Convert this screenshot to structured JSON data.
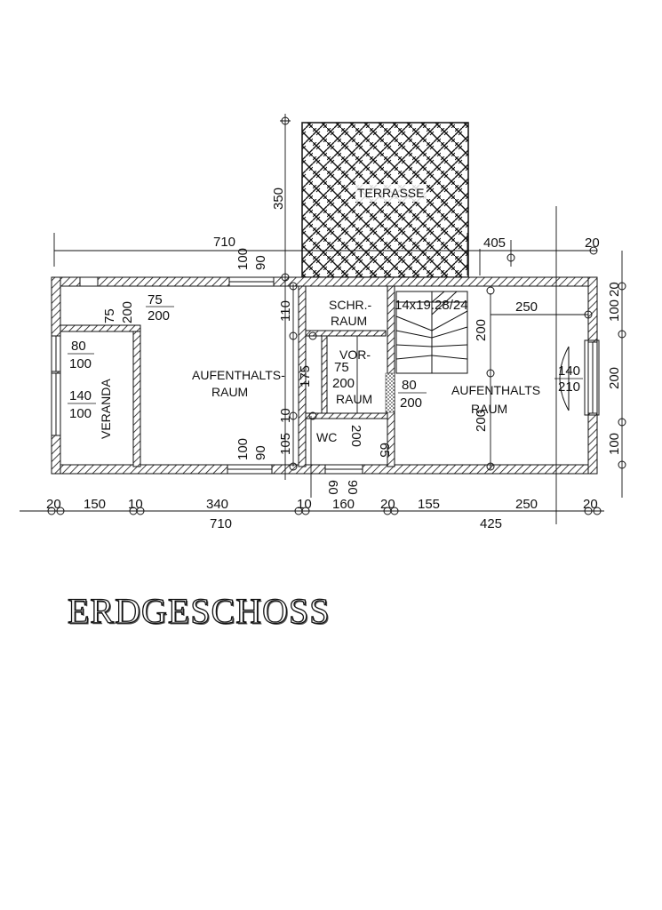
{
  "labels": {
    "terrace": "TERRASSE",
    "veranda": "VERANDA",
    "living_left": [
      "AUFENTHALTS-",
      "RAUM"
    ],
    "closet": [
      "SCHR.-",
      "RAUM"
    ],
    "hall": [
      "VOR-",
      "RAUM"
    ],
    "wc": "WC",
    "living_right": [
      "AUFENTHALTS",
      "RAUM"
    ],
    "stair": "14x19.28/24"
  },
  "dimensions": {
    "terrace_depth": "350",
    "width_total": "710",
    "top_110": "110",
    "top_405": "405",
    "top_20": "20",
    "col_20": "20",
    "col_100a": "100",
    "col_200": "200",
    "col_100b": "100",
    "window_100_90": [
      "100",
      "90"
    ],
    "win_75_200": [
      "75",
      "200"
    ],
    "win_75": "75",
    "win_200": "200",
    "ver_80_100": [
      "80",
      "100"
    ],
    "ver_140_100": [
      "140",
      "100"
    ],
    "door_75_200": [
      "75",
      "200"
    ],
    "h_175": "175",
    "h_10": "10",
    "h_105": "105",
    "bottom_window_100_90": [
      "100",
      "90"
    ],
    "wc_65_200": [
      "65",
      "200"
    ],
    "wc_60_90": [
      "60",
      "90"
    ],
    "door_80_200": [
      "80",
      "200"
    ],
    "right_250": "250",
    "right_200a": "200",
    "right_200b": "200",
    "right_140_210": [
      "140",
      "210"
    ],
    "bottom_chain": [
      "20",
      "150",
      "10",
      "340",
      "10",
      "160",
      "20",
      "155",
      "250",
      "20"
    ],
    "bottom_total_left": "710",
    "bottom_total_right": "425"
  },
  "title": "ERDGESCHOSS"
}
